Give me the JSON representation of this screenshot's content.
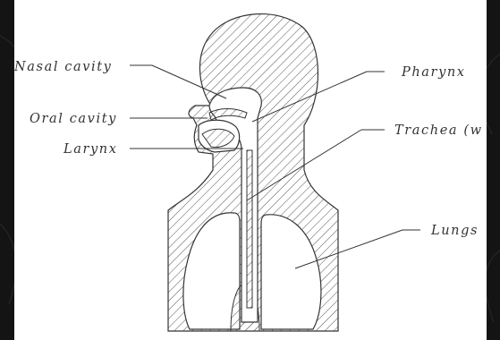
{
  "diagram": {
    "labels": {
      "nasal_cavity": "Nasal cavity",
      "oral_cavity": "Oral cavity",
      "larynx": "Larynx",
      "pharynx": "Pharynx",
      "trachea": "Trachea (w",
      "lungs": "Lungs"
    },
    "colors": {
      "page_background": "#141414",
      "panel_background": "#ffffff",
      "outline": "#333333",
      "hatching": "#555555"
    }
  }
}
